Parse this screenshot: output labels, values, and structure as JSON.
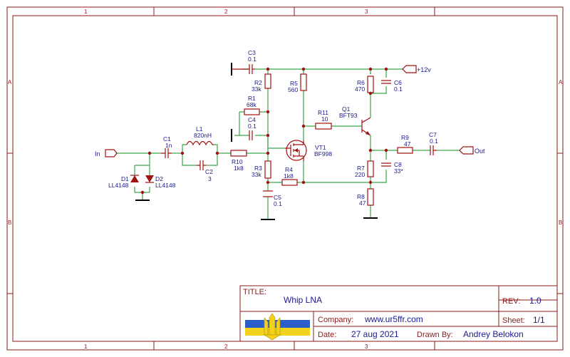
{
  "frame": {
    "columns": [
      "1",
      "2",
      "3"
    ],
    "rows": [
      "A",
      "B"
    ]
  },
  "title_block": {
    "title_label": "TITLE:",
    "title": "Whip LNA",
    "rev_label": "REV:",
    "rev": "1.0",
    "company_label": "Company:",
    "company": "www.ur5ffr.com",
    "sheet_label": "Sheet:",
    "sheet": "1/1",
    "date_label": "Date:",
    "date": "27 aug 2021",
    "drawn_label": "Drawn By:",
    "drawn": "Andrey Belokon",
    "flag_colors": [
      "#2b5fc9",
      "#f2d21c"
    ]
  },
  "ports": {
    "in": "In",
    "out": "Out",
    "vcc": "+12v"
  },
  "components": {
    "C1": {
      "ref": "C1",
      "value": "1n"
    },
    "C2": {
      "ref": "C2",
      "value": "3"
    },
    "C3": {
      "ref": "C3",
      "value": "0.1"
    },
    "C4": {
      "ref": "C4",
      "value": "0.1"
    },
    "C5": {
      "ref": "C5",
      "value": "0.1"
    },
    "C6": {
      "ref": "C6",
      "value": "0.1"
    },
    "C7": {
      "ref": "C7",
      "value": "0.1"
    },
    "C8": {
      "ref": "C8",
      "value": "33*"
    },
    "L1": {
      "ref": "L1",
      "value": "820nH"
    },
    "D1": {
      "ref": "D1",
      "value": "LL4148"
    },
    "D2": {
      "ref": "D2",
      "value": "LL4148"
    },
    "R1": {
      "ref": "R1",
      "value": "68k"
    },
    "R2": {
      "ref": "R2",
      "value": "33k"
    },
    "R3": {
      "ref": "R3",
      "value": "33k"
    },
    "R4": {
      "ref": "R4",
      "value": "1k8"
    },
    "R5": {
      "ref": "R5",
      "value": "560"
    },
    "R6": {
      "ref": "R6",
      "value": "470"
    },
    "R7": {
      "ref": "R7",
      "value": "220"
    },
    "R8": {
      "ref": "R8",
      "value": "47"
    },
    "R9": {
      "ref": "R9",
      "value": "47"
    },
    "R10": {
      "ref": "R10",
      "value": "1k8"
    },
    "R11": {
      "ref": "R11",
      "value": "10"
    },
    "VT1": {
      "ref": "VT1",
      "value": "BF998"
    },
    "Q1": {
      "ref": "Q1",
      "value": "BFT93"
    }
  }
}
